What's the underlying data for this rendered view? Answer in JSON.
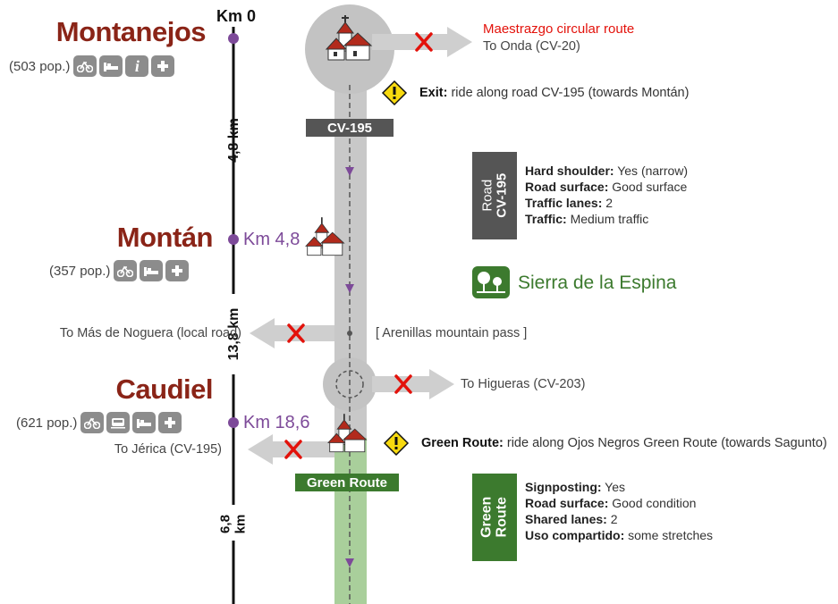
{
  "towns": [
    {
      "name": "Montanejos",
      "pop": "(503 pop.)",
      "icons": [
        "bike-icon",
        "bed-icon",
        "info-icon",
        "first-aid-icon"
      ]
    },
    {
      "name": "Montán",
      "pop": "(357 pop.)",
      "km": "Km 4,8",
      "icons": [
        "bike-icon",
        "bed-icon",
        "first-aid-icon"
      ]
    },
    {
      "name": "Caudiel",
      "pop": "(621 pop.)",
      "km": "Km 18,6",
      "icons": [
        "bike-icon",
        "train-icon",
        "bed-icon",
        "first-aid-icon"
      ]
    }
  ],
  "km0": "Km 0",
  "distances": [
    "4,8 km",
    "13,8 km",
    "6,8\nkm"
  ],
  "roads": {
    "cv195": "CV-195",
    "green": "Green Route"
  },
  "exits": {
    "maestrazgo_title": "Maestrazgo circular route",
    "onda": "To Onda (CV-20)",
    "mas_noguera": "To Más de Noguera (local road)",
    "arenillas": "[ Arenillas mountain pass ]",
    "higueras": "To Higueras (CV-203)",
    "jerica": "To Jérica (CV-195)"
  },
  "notes": {
    "exit_label": "Exit:",
    "exit_text": " ride along road CV-195 (towards Montán)",
    "green_label": "Green Route:",
    "green_text": " ride along Ojos Negros Green Route (towards Sagunto)"
  },
  "road_box": {
    "line1": "Road",
    "line2": "CV-195",
    "rows": [
      {
        "k": "Hard shoulder:",
        "v": " Yes (narrow)"
      },
      {
        "k": "Road surface:",
        "v": " Good surface"
      },
      {
        "k": "Traffic lanes:",
        "v": " 2"
      },
      {
        "k": "Traffic:",
        "v": " Medium traffic"
      }
    ]
  },
  "green_box": {
    "line1": "Green",
    "line2": "Route",
    "rows": [
      {
        "k": "Signposting:",
        "v": " Yes"
      },
      {
        "k": "Road surface:",
        "v": " Good condition"
      },
      {
        "k": "Shared lanes:",
        "v": " 2"
      },
      {
        "k": "Uso compartido:",
        "v": " some stretches"
      }
    ]
  },
  "natural_area": "Sierra de la Espina",
  "colors": {
    "town": "#8a2417",
    "km": "#7d4a99",
    "road": "#c8c8c8",
    "green_path": "#a9cf9b",
    "green_dark": "#3c7a2e",
    "red": "#e3120b",
    "dark_box": "#555555"
  }
}
